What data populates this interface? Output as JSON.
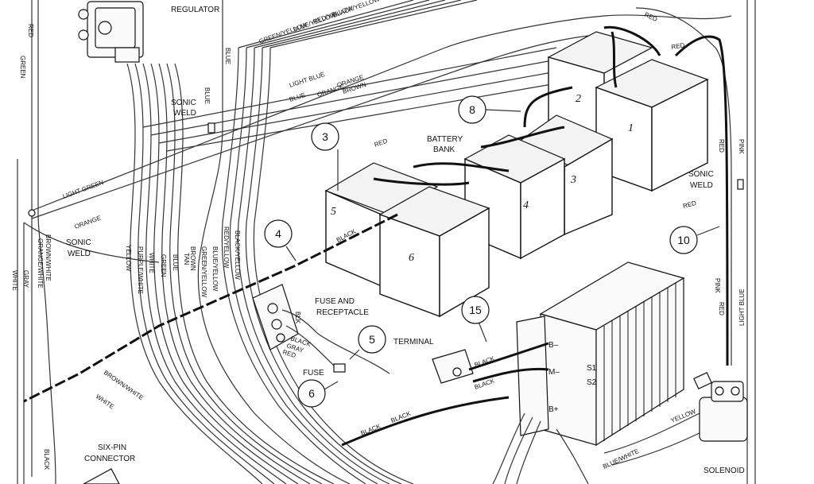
{
  "labels": {
    "regulator": "REGULATOR",
    "sonic_weld_left": "SONIC",
    "sonic_weld_left2": "WELD",
    "sonic_weld_mid": "SONIC",
    "sonic_weld_mid2": "WELD",
    "sonic_weld_right": "SONIC",
    "sonic_weld_right2": "WELD",
    "battery_bank": "BATTERY",
    "battery_bank2": "BANK",
    "fuse_receptacle": "FUSE AND",
    "fuse_receptacle2": "RECEPTACLE",
    "terminal": "TERMINAL",
    "fuse": "FUSE",
    "six_pin": "SIX-PIN",
    "six_pin2": "CONNECTOR",
    "solenoid": "SOLENOID"
  },
  "wire_colors": {
    "red": "RED",
    "green": "GREEN",
    "blue": "BLUE",
    "light_blue": "LIGHT BLUE",
    "light_green": "LIGHT GREEN",
    "orange": "ORANGE",
    "brown": "BROWN",
    "black": "BLACK",
    "pink": "PINK",
    "white": "WHITE",
    "gray": "GRAY",
    "yellow": "YELLOW",
    "purple_white": "PURPLE/WHITE",
    "brown_white": "BROWN/WHITE",
    "orange_white": "ORANGE/WHITE",
    "red_yellow": "RED/YELLOW",
    "black_yellow": "BLACK/YELLOW",
    "blue_yellow": "BLUE/YELLOW",
    "green_yellow": "GREEN/YELLOW",
    "blue_white": "BLUE/WHITE",
    "tan": "TAN",
    "blk": "BLK"
  },
  "callouts": [
    "3",
    "4",
    "5",
    "6",
    "8",
    "10",
    "15"
  ],
  "battery_numbers": [
    "1",
    "2",
    "3",
    "4",
    "5",
    "6"
  ],
  "controller_terminals": {
    "b_minus": "B–",
    "m_minus": "M–",
    "s1": "S1",
    "s2": "S2",
    "b_plus": "B+"
  }
}
